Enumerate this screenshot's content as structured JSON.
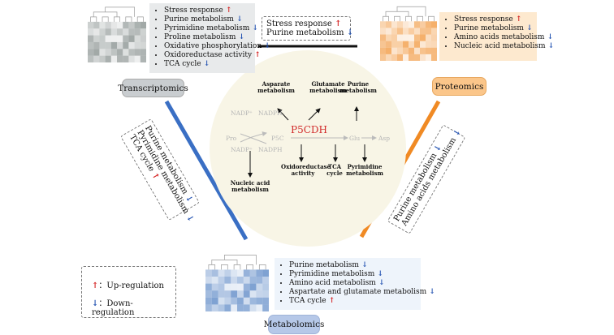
{
  "transcriptomics": {
    "label": "Transcriptomics",
    "items": [
      {
        "text": "Stress response",
        "dir": "up"
      },
      {
        "text": "Purine metabolism",
        "dir": "down"
      },
      {
        "text": "Pyrimidine metabolism",
        "dir": "down"
      },
      {
        "text": "Proline metabolism",
        "dir": "down"
      },
      {
        "text": "Oxidative phosphorylation",
        "dir": "down"
      },
      {
        "text": "Oxidoreductase activity",
        "dir": "up"
      },
      {
        "text": "TCA cycle",
        "dir": "down"
      }
    ]
  },
  "proteomics": {
    "label": "Proteomics",
    "items": [
      {
        "text": "Stress response",
        "dir": "up"
      },
      {
        "text": "Purine metabolism",
        "dir": "down"
      },
      {
        "text": "Amino acids metabolism",
        "dir": "down"
      },
      {
        "text": "Nucleic acid metabolism",
        "dir": "down"
      }
    ]
  },
  "metabolomics": {
    "label": "Metabolomics",
    "items": [
      {
        "text": "Purine metabolism",
        "dir": "down"
      },
      {
        "text": "Pyrimidine metabolism",
        "dir": "down"
      },
      {
        "text": "Amino acid metabolism",
        "dir": "down"
      },
      {
        "text": "Aspartate and glutamate metabolism",
        "dir": "down"
      },
      {
        "text": "TCA cycle",
        "dir": "up"
      }
    ]
  },
  "trans_prot": {
    "items": [
      {
        "text": "Stress response",
        "dir": "up"
      },
      {
        "text": "Purine metabolism",
        "dir": "down"
      }
    ]
  },
  "trans_metab": {
    "items": [
      {
        "text": "Purine metabolism",
        "dir": "down"
      },
      {
        "text": "Pyrimidine metabolism",
        "dir": "down"
      },
      {
        "text": "TCA cycle",
        "dir": "up"
      }
    ]
  },
  "prot_metab": {
    "items": [
      {
        "text": "Purine metabolism",
        "dir": "down"
      },
      {
        "text": "Amino acids metabolism",
        "dir": "down"
      }
    ]
  },
  "pathway": {
    "enzyme": "P5CDH",
    "pro": "Pro",
    "p5c": "P5C",
    "glu": "Glu",
    "asp": "Asp",
    "nadp1": "NADP⁺",
    "nadph1": "NADPH",
    "nadp2": "NADP⁺",
    "nadph2": "NADPH",
    "asparate": "Asparate metabolism",
    "glutamate": "Glutamate metabolism",
    "purine": "Purine metabolism",
    "oxido": "Oxidoreductase activity",
    "tca": "TCA cycle",
    "pyrimidine": "Pyrimidine metabolism",
    "nucleic": "Nucleic acid metabolism"
  },
  "legend": {
    "up": "Up-regulation",
    "down": "Down-regulation",
    "sep": "："
  },
  "colors": {
    "up": "#d42020",
    "down": "#1f4fb0",
    "transcriptomics": "#3a6fc4",
    "proteomics": "#f08a24",
    "enzyme": "#d12a2a"
  }
}
